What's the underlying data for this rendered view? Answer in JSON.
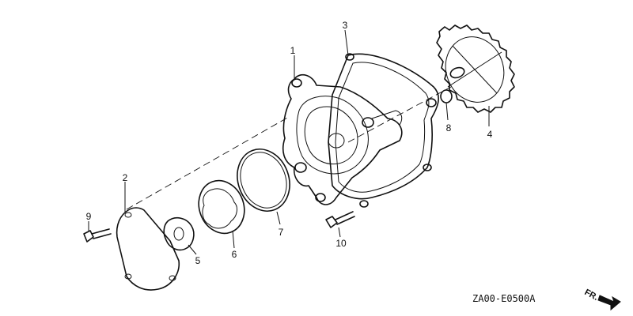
{
  "diagram": {
    "code": "ZA00-E0500A",
    "direction_label": "FR.",
    "callouts": [
      "1",
      "2",
      "3",
      "4",
      "5",
      "6",
      "7",
      "8",
      "9",
      "10"
    ]
  }
}
